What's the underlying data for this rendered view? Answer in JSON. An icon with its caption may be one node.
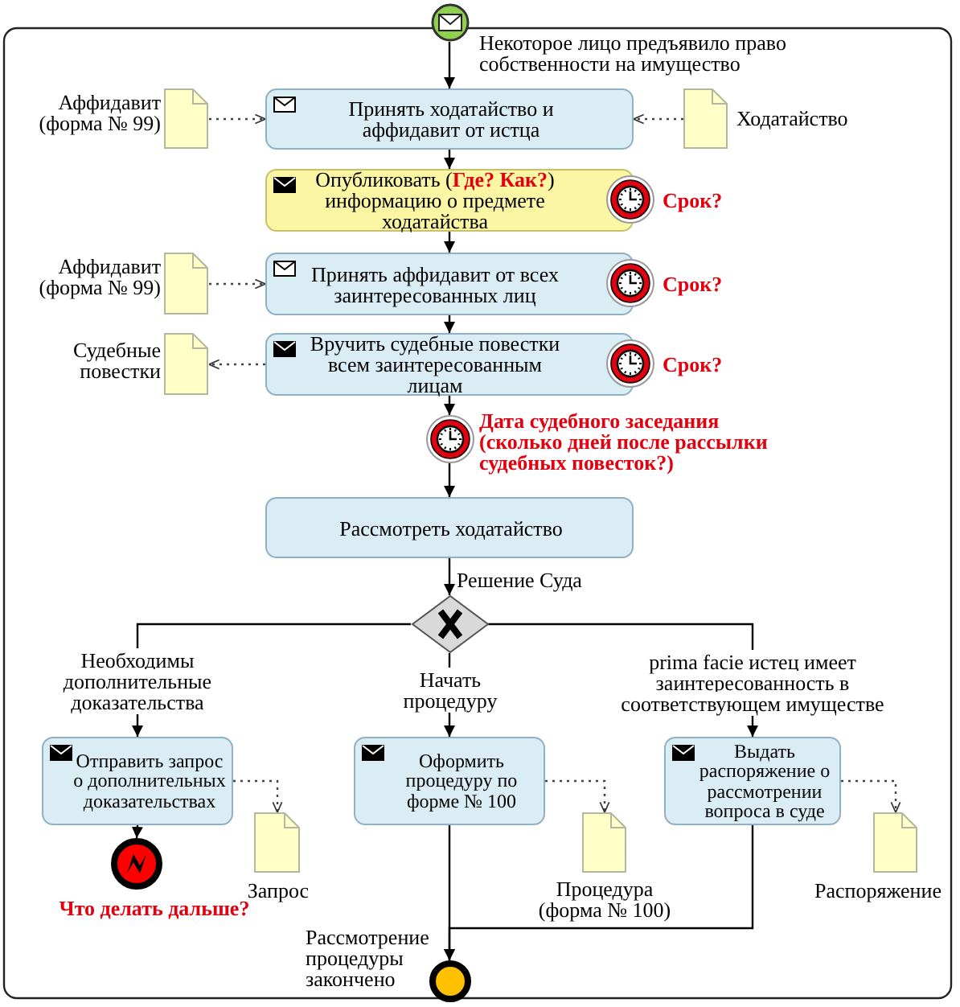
{
  "diagram": {
    "nodes": [
      {
        "text": [],
        "shape": "circle",
        "beside": [
          "Некоторое лицо предъявило право собственности на имущество"
        ]
      },
      {
        "text": [],
        "shape": "document",
        "beside": [
          "Аффидавит (форма № 99)"
        ]
      },
      {
        "text": [
          "Принять ходатайство и аффидавит от истца"
        ]
      },
      {
        "text": [],
        "shape": "document",
        "beside": [
          "Ходатайство"
        ]
      },
      {
        "text": [
          "Опубликовать (**Где? Как?**) информацию о предмете ходатайства"
        ]
      },
      {
        "text": [],
        "shape": "circle",
        "beside": [
          "Срок?"
        ]
      },
      {
        "text": [],
        "shape": "document",
        "beside": [
          "Аффидавит (форма № 99)"
        ]
      },
      {
        "text": [
          "Принять аффидавит от всех заинтересованных лиц"
        ]
      },
      {
        "text": [],
        "shape": "circle",
        "beside": [
          "Срок?"
        ]
      },
      {
        "text": [],
        "shape": "document",
        "beside": [
          "Судебные повестки"
        ]
      },
      {
        "text": [
          "Вручить судебные повестки всем заинтересованным лицам"
        ]
      },
      {
        "text": [],
        "shape": "circle",
        "beside": [
          "Срок?"
        ]
      },
      {
        "text": [],
        "shape": "circle",
        "beside": [
          "Дата судебного заседания (сколько дней после рассылки судебных повесток?)"
        ]
      },
      {
        "text": [
          "Рассмотреть ходатайство"
        ]
      },
      {
        "text": [],
        "shape": "diamond"
      },
      {
        "text": [
          "Отправить запрос о дополнительных доказательствах"
        ]
      },
      {
        "text": [],
        "shape": "document",
        "beside": [
          "Запрос"
        ]
      },
      {
        "text": [],
        "shape": "circle",
        "beside": [
          "Что делать дальше?"
        ]
      },
      {
        "text": [
          "Оформить процедуру по форме № 100"
        ]
      },
      {
        "text": [],
        "shape": "document",
        "beside": [
          "Процедура (форма № 100)"
        ]
      },
      {
        "text": [
          "Выдать распоряжение о рассмотрении вопроса в суде"
        ]
      },
      {
        "text": [],
        "shape": "document",
        "beside": [
          "Распоряжение"
        ]
      },
      {
        "text": [],
        "shape": "circle",
        "beside": [
          "Рассмотрение процедуры закончено"
        ]
      }
    ],
    "edges": [
      {
        "from": 0,
        "to": 2,
        "arrow": "to"
      },
      {
        "from": 1,
        "to": 2,
        "arrow": "to",
        "style": "dashed"
      },
      {
        "from": 3,
        "to": 2,
        "arrow": "to",
        "style": "dashed"
      },
      {
        "from": 2,
        "to": 4,
        "arrow": "to"
      },
      {
        "from": 4,
        "to": 7,
        "arrow": "to"
      },
      {
        "from": 6,
        "to": 7,
        "arrow": "to",
        "style": "dashed"
      },
      {
        "from": 7,
        "to": 10,
        "arrow": "to"
      },
      {
        "from": 10,
        "to": 9,
        "arrow": "to",
        "style": "dashed"
      },
      {
        "from": 10,
        "to": 12,
        "arrow": "to"
      },
      {
        "from": 12,
        "to": 13,
        "arrow": "to"
      },
      {
        "from": 13,
        "to": 14,
        "arrow": "to",
        "label": "Решение Суда"
      },
      {
        "from": 14,
        "to": 15,
        "arrow": "to",
        "label": "Необходимы дополнительные доказательства"
      },
      {
        "from": 14,
        "to": 18,
        "arrow": "to",
        "label": "Начать процедуру"
      },
      {
        "from": 14,
        "to": 20,
        "arrow": "to",
        "label": "prima facie истец имеет заинтересованность в соответствующем имуществе"
      },
      {
        "from": 15,
        "to": 16,
        "arrow": "to",
        "style": "dashed"
      },
      {
        "from": 15,
        "to": 17,
        "arrow": "to"
      },
      {
        "from": 18,
        "to": 19,
        "arrow": "to",
        "style": "dashed"
      },
      {
        "from": 18,
        "to": 22,
        "arrow": "to"
      },
      {
        "from": 20,
        "to": 21,
        "arrow": "to",
        "style": "dashed"
      },
      {
        "from": 20,
        "to": 22,
        "arrow": "to"
      }
    ]
  }
}
